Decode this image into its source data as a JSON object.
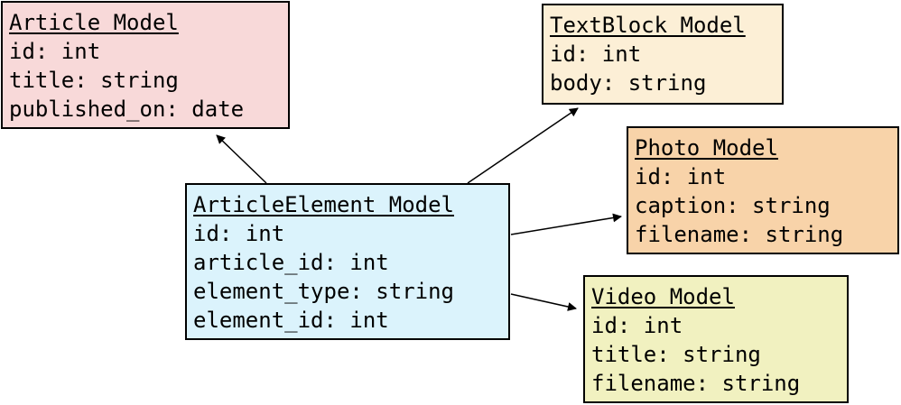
{
  "colors": {
    "article": "#f8d9d9",
    "textblock": "#fcefd6",
    "photo": "#f8d3a9",
    "element": "#dbf3fc",
    "video": "#f1f1c0",
    "border": "#000000"
  },
  "models": {
    "article": {
      "title": "Article Model",
      "fields": [
        "id: int",
        "title: string",
        "published_on: date"
      ]
    },
    "textblock": {
      "title": "TextBlock Model",
      "fields": [
        "id: int",
        "body: string"
      ]
    },
    "photo": {
      "title": "Photo Model",
      "fields": [
        "id: int",
        "caption: string",
        "filename: string"
      ]
    },
    "element": {
      "title": "ArticleElement Model",
      "fields": [
        "id: int",
        "article_id: int",
        "element_type: string",
        "element_id: int"
      ]
    },
    "video": {
      "title": "Video Model",
      "fields": [
        "id: int",
        "title: string",
        "filename: string"
      ]
    }
  }
}
